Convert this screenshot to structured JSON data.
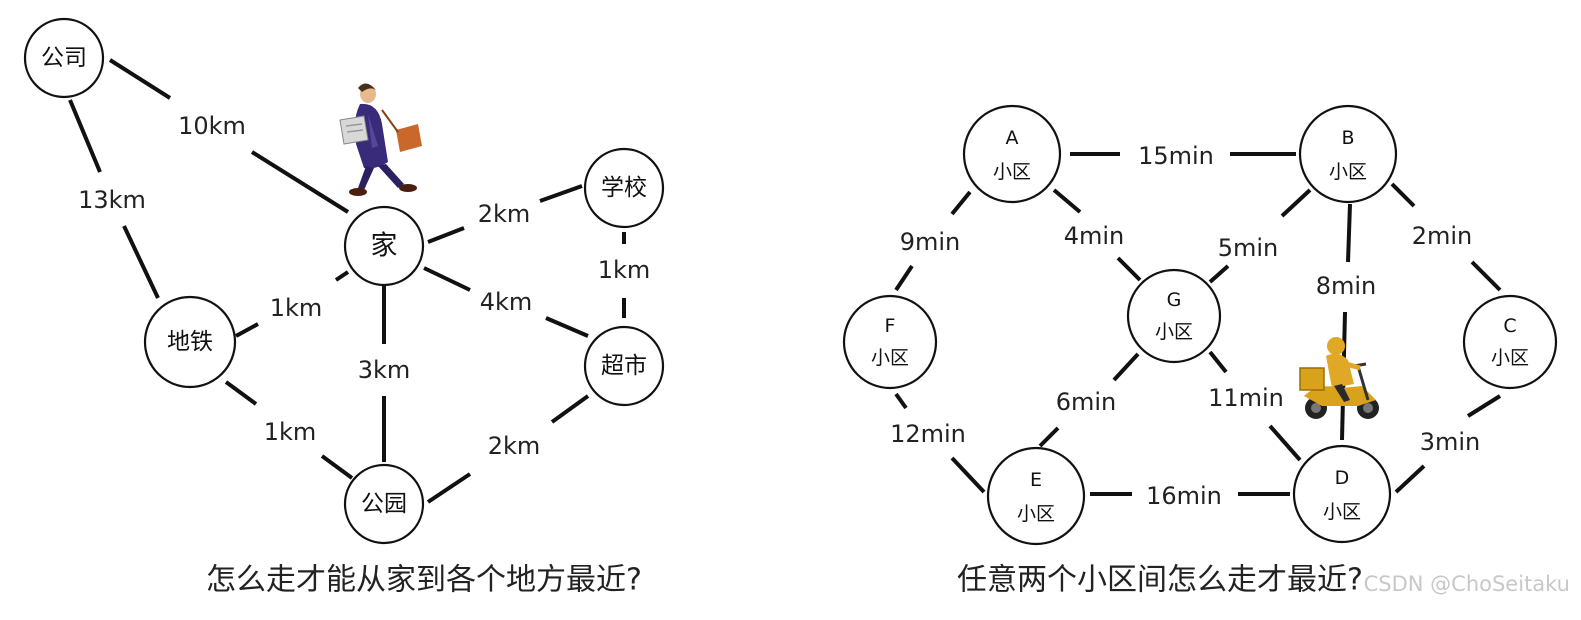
{
  "colors": {
    "stroke": "#111111",
    "text": "#222222",
    "coat": "#3a2a7a",
    "rider": "#e0a826",
    "scooter": "#d9a21b"
  },
  "left": {
    "caption": "怎么走才能从家到各个地方最近?",
    "nodes": {
      "company": "公司",
      "home": "家",
      "school": "学校",
      "subway": "地铁",
      "supermarket": "超市",
      "park": "公园"
    },
    "edges": {
      "company_home": "10km",
      "company_subway": "13km",
      "home_school": "2km",
      "school_supermarket": "1km",
      "home_subway": "1km",
      "home_supermarket": "4km",
      "home_park": "3km",
      "subway_park": "1km",
      "supermarket_park": "2km"
    },
    "illustration": "walking-man-reading-newspaper"
  },
  "right": {
    "caption": "任意两个小区间怎么走才最近?",
    "node_suffix": "小区",
    "nodes": {
      "A": "A",
      "B": "B",
      "C": "C",
      "D": "D",
      "E": "E",
      "F": "F",
      "G": "G"
    },
    "edges": {
      "A_B": "15min",
      "A_F": "9min",
      "A_G": "4min",
      "B_G": "5min",
      "B_C": "2min",
      "B_D": "8min",
      "C_D": "3min",
      "F_E": "12min",
      "G_E": "6min",
      "G_D": "11min",
      "E_D": "16min"
    },
    "illustration": "delivery-rider-on-scooter"
  },
  "watermark": "CSDN @ChoSeitaku"
}
